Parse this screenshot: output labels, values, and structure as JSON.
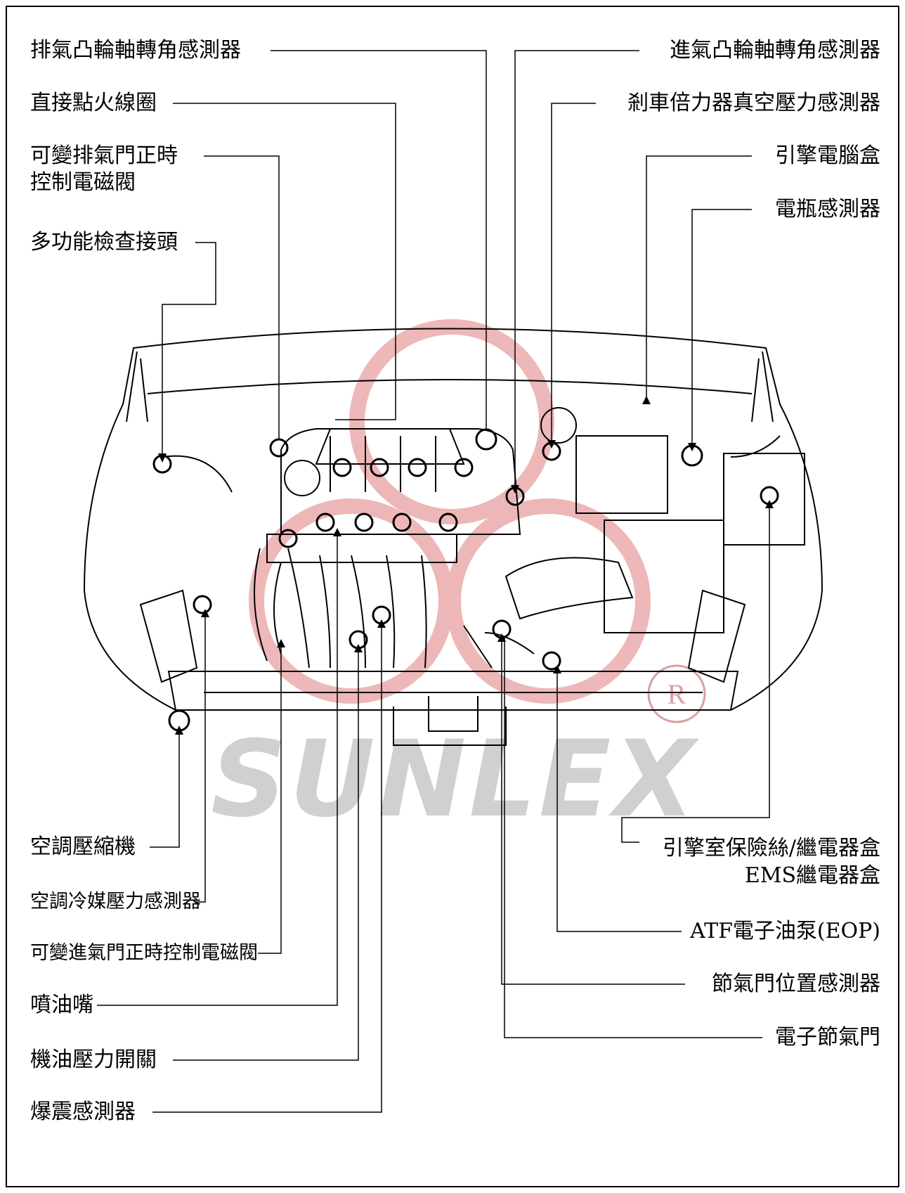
{
  "labels": {
    "exhaust_cam_sensor": "排氣凸輪軸轉角感測器",
    "ignition_coil": "直接點火線圈",
    "exhaust_vvt_line1": "可變排氣門正時",
    "exhaust_vvt_line2": "控制電磁閥",
    "diag_connector": "多功能檢查接頭",
    "intake_cam_sensor": "進氣凸輪軸轉角感測器",
    "brake_vacuum_sensor": "剎車倍力器真空壓力感測器",
    "ecu": "引擎電腦盒",
    "battery_sensor": "電瓶感測器",
    "ac_compressor": "空調壓縮機",
    "ac_pressure_sensor": "空調冷媒壓力感測器",
    "intake_vvt": "可變進氣門正時控制電磁閥",
    "injector": "噴油嘴",
    "oil_pressure_switch": "機油壓力開關",
    "knock_sensor": "爆震感測器",
    "fuse_box_line1": "引擎室保險絲/繼電器盒",
    "fuse_box_line2": "EMS繼電器盒",
    "atf_pump": "ATF電子油泵(EOP)",
    "tps": "節氣門位置感測器",
    "etc": "電子節氣門"
  },
  "watermark": {
    "text": "SUNLEX",
    "registered": "R",
    "logo_color": "#e8a0a0",
    "text_color": "#c8c8c8"
  }
}
